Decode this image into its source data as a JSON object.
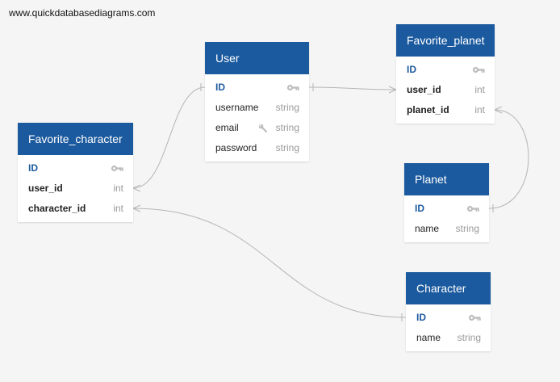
{
  "watermark": "www.quickdatabasediagrams.com",
  "colors": {
    "header": "#1b5a9e",
    "background": "#f4f5f4",
    "primary_key_text": "#1b5a9e",
    "type_text": "#9a9a9a",
    "relationship_line": "#b5b5b5"
  },
  "tables": {
    "user": {
      "name": "User",
      "columns": [
        {
          "name": "ID",
          "type": "",
          "icon": "key-icon"
        },
        {
          "name": "username",
          "type": "string"
        },
        {
          "name": "email",
          "type": "string",
          "icon": "unique-wrench-icon"
        },
        {
          "name": "password",
          "type": "string"
        }
      ]
    },
    "favorite_planet": {
      "name": "Favorite_planet",
      "columns": [
        {
          "name": "ID",
          "type": "",
          "icon": "key-icon"
        },
        {
          "name": "user_id",
          "type": "int"
        },
        {
          "name": "planet_id",
          "type": "int"
        }
      ]
    },
    "favorite_character": {
      "name": "Favorite_character",
      "columns": [
        {
          "name": "ID",
          "type": "",
          "icon": "key-icon"
        },
        {
          "name": "user_id",
          "type": "int"
        },
        {
          "name": "character_id",
          "type": "int"
        }
      ]
    },
    "planet": {
      "name": "Planet",
      "columns": [
        {
          "name": "ID",
          "type": "",
          "icon": "key-icon"
        },
        {
          "name": "name",
          "type": "string"
        }
      ]
    },
    "character": {
      "name": "Character",
      "columns": [
        {
          "name": "ID",
          "type": "",
          "icon": "key-icon"
        },
        {
          "name": "name",
          "type": "string"
        }
      ]
    }
  },
  "relationships": [
    {
      "from": "Favorite_character.user_id",
      "to": "User.ID",
      "cardinality": "many-to-one"
    },
    {
      "from": "Favorite_planet.user_id",
      "to": "User.ID",
      "cardinality": "many-to-one"
    },
    {
      "from": "Favorite_planet.planet_id",
      "to": "Planet.ID",
      "cardinality": "many-to-one"
    },
    {
      "from": "Favorite_character.character_id",
      "to": "Character.ID",
      "cardinality": "many-to-one"
    }
  ]
}
